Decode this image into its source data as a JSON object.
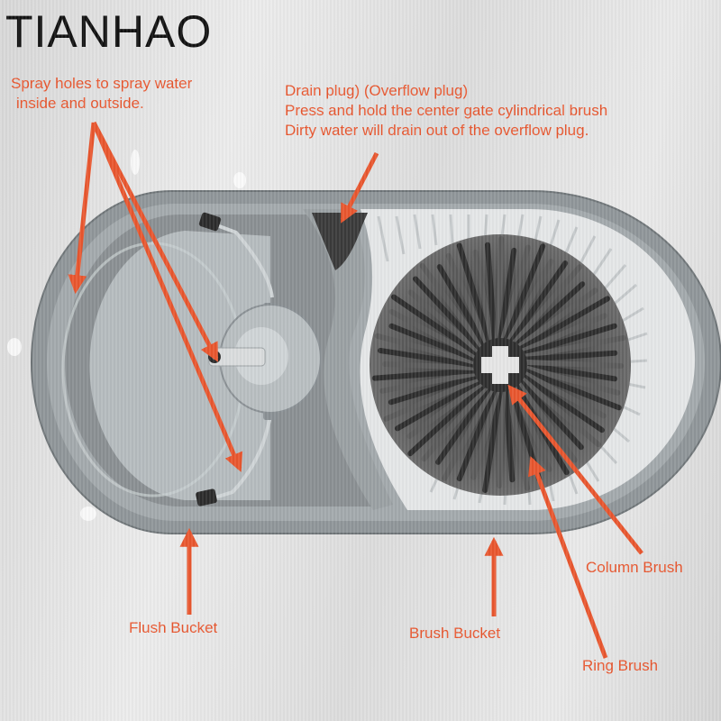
{
  "brand": "TIANHAO",
  "labels": {
    "spray_line1": "Spray holes to spray water",
    "spray_line2": "inside and outside.",
    "drain_line1": "Drain plug) (Overflow plug)",
    "drain_line2": "Press and hold the center gate cylindrical brush",
    "drain_line3": "Dirty water will drain out of the overflow plug.",
    "flush_bucket": "Flush Bucket",
    "brush_bucket": "Brush Bucket",
    "column_brush": "Column Brush",
    "ring_brush": "Ring Brush"
  },
  "colors": {
    "annotation": "#e8562e",
    "brand": "#111111",
    "bucket_rim": "#8e9598",
    "bristles": "#3c3c3c"
  }
}
